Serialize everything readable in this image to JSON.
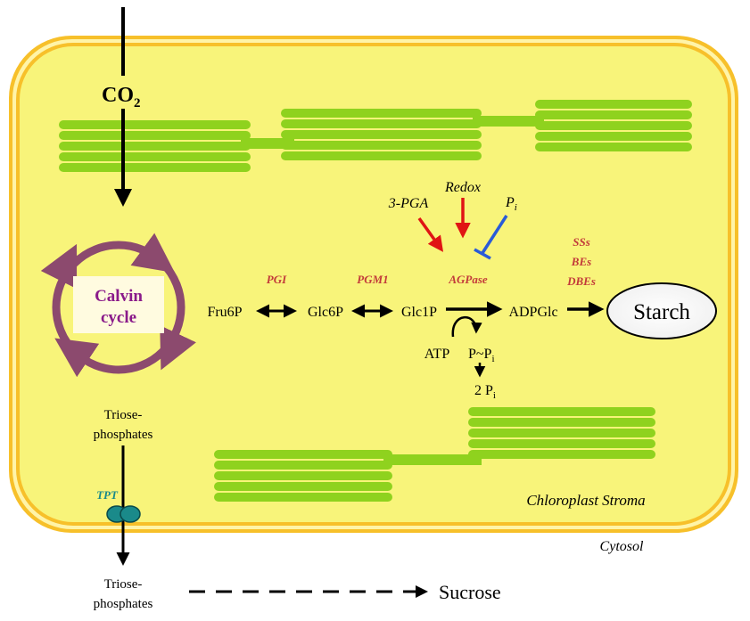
{
  "colors": {
    "stroma_fill": "#f8f47a",
    "membrane_outer": "#f7c02a",
    "membrane_inner": "#ffe36a",
    "thylakoid": "#8fd21e",
    "calvin_ring": "#8c4a6e",
    "calvin_text": "#8a1a8a",
    "enzyme_red": "#c23a3a",
    "activator_red": "#e01414",
    "inhibitor_blue": "#2a5bd8",
    "transporter": "#1a8a8a"
  },
  "labels": {
    "co2": "CO",
    "co2_sub": "2",
    "calvin_line1": "Calvin",
    "calvin_line2": "cycle",
    "triose_in_1": "Triose-",
    "triose_in_2": "phosphates",
    "triose_out_1": "Triose-",
    "triose_out_2": "phosphates",
    "tpt": "TPT",
    "fru6p": "Fru6P",
    "glc6p": "Glc6P",
    "glc1p": "Glc1P",
    "adpglc": "ADPGlc",
    "pgi": "PGI",
    "pgm1": "PGM1",
    "agpase": "AGPase",
    "ss": "SSs",
    "be": "BEs",
    "dbe": "DBEs",
    "starch": "Starch",
    "redox": "Redox",
    "pga": "3-PGA",
    "pi_reg": "P",
    "pi_reg_sub": "i",
    "atp": "ATP",
    "ppi": "P~P",
    "ppi_sub": "i",
    "two_pi": "2 P",
    "two_pi_sub": "i",
    "stroma": "Chloroplast Stroma",
    "cytosol": "Cytosol",
    "sucrose": "Sucrose"
  }
}
